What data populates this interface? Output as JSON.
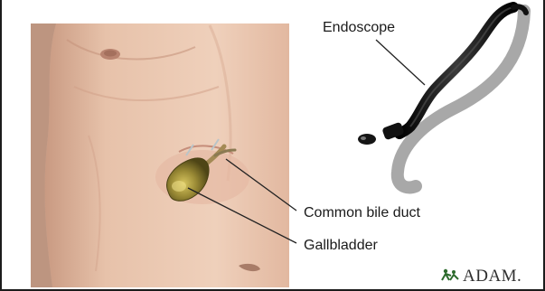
{
  "labels": {
    "endoscope": "Endoscope",
    "common_bile_duct": "Common bile duct",
    "gallbladder": "Gallbladder"
  },
  "logo": {
    "text": "ADAM.",
    "icon": "adam-figure-icon",
    "color": "#2d6b2d"
  },
  "colors": {
    "skin": "#e8c0a8",
    "gallbladder": "#8a7a30",
    "endoscope": "#1a1a1a",
    "shadow": "#a8a8a8"
  }
}
